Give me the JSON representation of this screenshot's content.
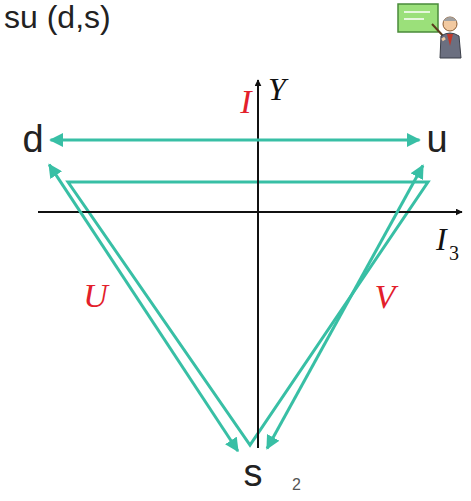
{
  "diagram": {
    "nodes": [
      {
        "text": [
          "d"
        ]
      },
      {
        "text": [
          "u"
        ]
      },
      {
        "text": [
          "s"
        ]
      }
    ],
    "edges": [
      {
        "from": 0,
        "to": 1,
        "arrow": "both",
        "label": "I"
      },
      {
        "from": 0,
        "to": 2,
        "arrow": "both",
        "label": "U"
      },
      {
        "from": 1,
        "to": 2,
        "arrow": "both",
        "label": "V"
      }
    ],
    "labels": [
      "su (d,s)",
      "Y",
      "I",
      "3",
      "2"
    ]
  }
}
